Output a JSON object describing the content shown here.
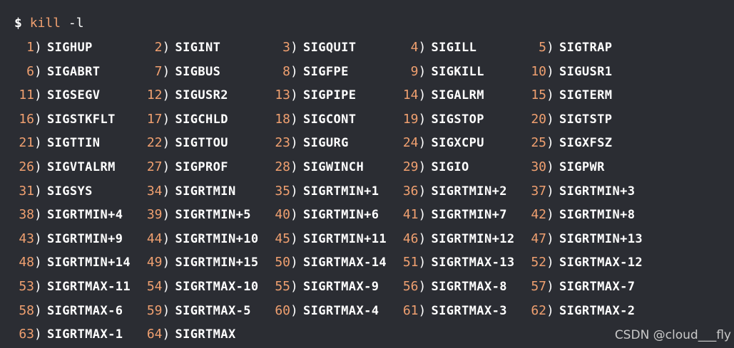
{
  "prompt": {
    "symbol": "$",
    "command": "kill",
    "flag": "-l"
  },
  "signals": [
    [
      {
        "num": "1",
        "name": "SIGHUP"
      },
      {
        "num": "2",
        "name": "SIGINT"
      },
      {
        "num": "3",
        "name": "SIGQUIT"
      },
      {
        "num": "4",
        "name": "SIGILL"
      },
      {
        "num": "5",
        "name": "SIGTRAP"
      }
    ],
    [
      {
        "num": "6",
        "name": "SIGABRT"
      },
      {
        "num": "7",
        "name": "SIGBUS"
      },
      {
        "num": "8",
        "name": "SIGFPE"
      },
      {
        "num": "9",
        "name": "SIGKILL"
      },
      {
        "num": "10",
        "name": "SIGUSR1"
      }
    ],
    [
      {
        "num": "11",
        "name": "SIGSEGV"
      },
      {
        "num": "12",
        "name": "SIGUSR2"
      },
      {
        "num": "13",
        "name": "SIGPIPE"
      },
      {
        "num": "14",
        "name": "SIGALRM"
      },
      {
        "num": "15",
        "name": "SIGTERM"
      }
    ],
    [
      {
        "num": "16",
        "name": "SIGSTKFLT"
      },
      {
        "num": "17",
        "name": "SIGCHLD"
      },
      {
        "num": "18",
        "name": "SIGCONT"
      },
      {
        "num": "19",
        "name": "SIGSTOP"
      },
      {
        "num": "20",
        "name": "SIGTSTP"
      }
    ],
    [
      {
        "num": "21",
        "name": "SIGTTIN"
      },
      {
        "num": "22",
        "name": "SIGTTOU"
      },
      {
        "num": "23",
        "name": "SIGURG"
      },
      {
        "num": "24",
        "name": "SIGXCPU"
      },
      {
        "num": "25",
        "name": "SIGXFSZ"
      }
    ],
    [
      {
        "num": "26",
        "name": "SIGVTALRM"
      },
      {
        "num": "27",
        "name": "SIGPROF"
      },
      {
        "num": "28",
        "name": "SIGWINCH"
      },
      {
        "num": "29",
        "name": "SIGIO"
      },
      {
        "num": "30",
        "name": "SIGPWR"
      }
    ],
    [
      {
        "num": "31",
        "name": "SIGSYS"
      },
      {
        "num": "34",
        "name": "SIGRTMIN"
      },
      {
        "num": "35",
        "name": "SIGRTMIN+1"
      },
      {
        "num": "36",
        "name": "SIGRTMIN+2"
      },
      {
        "num": "37",
        "name": "SIGRTMIN+3"
      }
    ],
    [
      {
        "num": "38",
        "name": "SIGRTMIN+4"
      },
      {
        "num": "39",
        "name": "SIGRTMIN+5"
      },
      {
        "num": "40",
        "name": "SIGRTMIN+6"
      },
      {
        "num": "41",
        "name": "SIGRTMIN+7"
      },
      {
        "num": "42",
        "name": "SIGRTMIN+8"
      }
    ],
    [
      {
        "num": "43",
        "name": "SIGRTMIN+9"
      },
      {
        "num": "44",
        "name": "SIGRTMIN+10"
      },
      {
        "num": "45",
        "name": "SIGRTMIN+11"
      },
      {
        "num": "46",
        "name": "SIGRTMIN+12"
      },
      {
        "num": "47",
        "name": "SIGRTMIN+13"
      }
    ],
    [
      {
        "num": "48",
        "name": "SIGRTMIN+14"
      },
      {
        "num": "49",
        "name": "SIGRTMIN+15"
      },
      {
        "num": "50",
        "name": "SIGRTMAX-14"
      },
      {
        "num": "51",
        "name": "SIGRTMAX-13"
      },
      {
        "num": "52",
        "name": "SIGRTMAX-12"
      }
    ],
    [
      {
        "num": "53",
        "name": "SIGRTMAX-11"
      },
      {
        "num": "54",
        "name": "SIGRTMAX-10"
      },
      {
        "num": "55",
        "name": "SIGRTMAX-9"
      },
      {
        "num": "56",
        "name": "SIGRTMAX-8"
      },
      {
        "num": "57",
        "name": "SIGRTMAX-7"
      }
    ],
    [
      {
        "num": "58",
        "name": "SIGRTMAX-6"
      },
      {
        "num": "59",
        "name": "SIGRTMAX-5"
      },
      {
        "num": "60",
        "name": "SIGRTMAX-4"
      },
      {
        "num": "61",
        "name": "SIGRTMAX-3"
      },
      {
        "num": "62",
        "name": "SIGRTMAX-2"
      }
    ],
    [
      {
        "num": "63",
        "name": "SIGRTMAX-1"
      },
      {
        "num": "64",
        "name": "SIGRTMAX"
      }
    ]
  ],
  "watermark": "CSDN @cloud___fly",
  "colors": {
    "background": "#2b2d33",
    "number": "#f0a070",
    "text": "#ffffff"
  }
}
